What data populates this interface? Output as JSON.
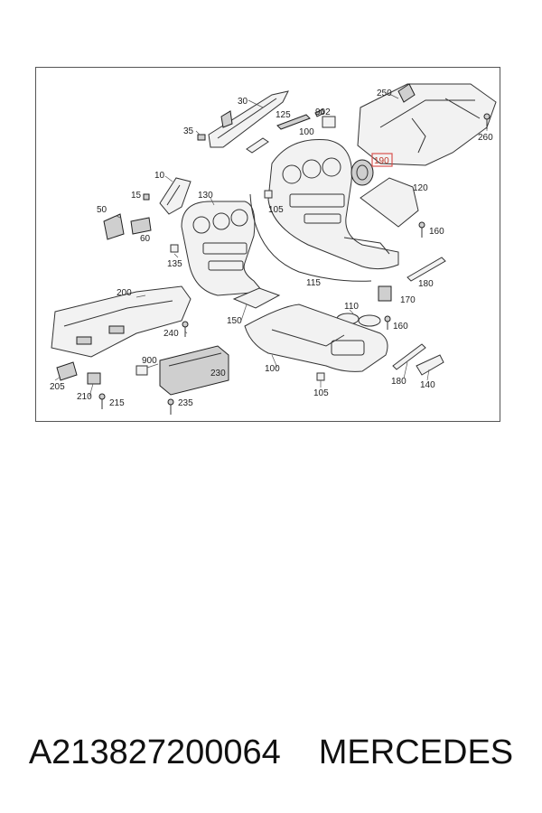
{
  "diagram": {
    "highlight_color": "#d9534f",
    "highlighted_callout": "190",
    "callouts": [
      "30",
      "35",
      "125",
      "902",
      "250",
      "260",
      "100",
      "190",
      "10",
      "15",
      "50",
      "60",
      "130",
      "105",
      "120",
      "160",
      "135",
      "115",
      "200",
      "110",
      "170",
      "180",
      "240",
      "150",
      "160",
      "900",
      "230",
      "205",
      "210",
      "215",
      "235",
      "100",
      "105",
      "180",
      "140"
    ]
  },
  "caption": {
    "part_number": "A213827200064",
    "brand": "MERCEDES"
  }
}
